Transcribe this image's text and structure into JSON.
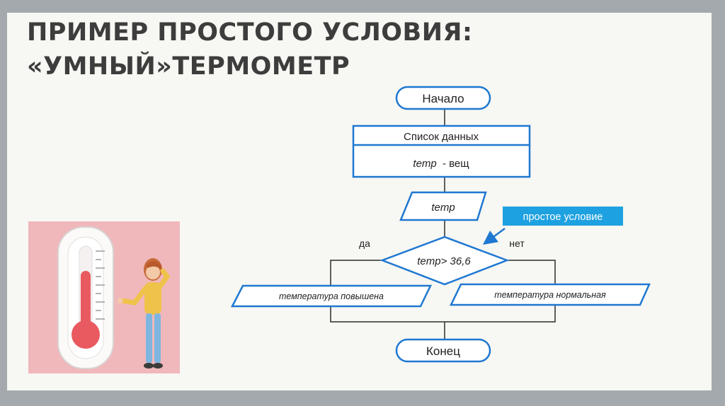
{
  "slide": {
    "title_line1": "ПРИМЕР ПРОСТОГО УСЛОВИЯ:",
    "title_line2": "«УМНЫЙ»ТЕРМОМЕТР"
  },
  "flowchart": {
    "start": "Начало",
    "data_list_header": "Список данных",
    "data_list_var": "temp",
    "data_list_type": "- вещ",
    "input_var": "temp",
    "condition_var": "temp",
    "condition_rest": "> 36,6",
    "branch_yes": "да",
    "branch_no": "нет",
    "output_yes": "температура повышена",
    "output_no": "температура нормальная",
    "end": "Конец",
    "callout": "простое условие"
  },
  "colors": {
    "background": "#f7f7f3",
    "outer": "#a4a9ad",
    "shape_stroke": "#1f78d1",
    "callout_fill": "#1ea1e0",
    "title": "#3d3d3d",
    "illustration_bg": "#f0b8bb"
  }
}
